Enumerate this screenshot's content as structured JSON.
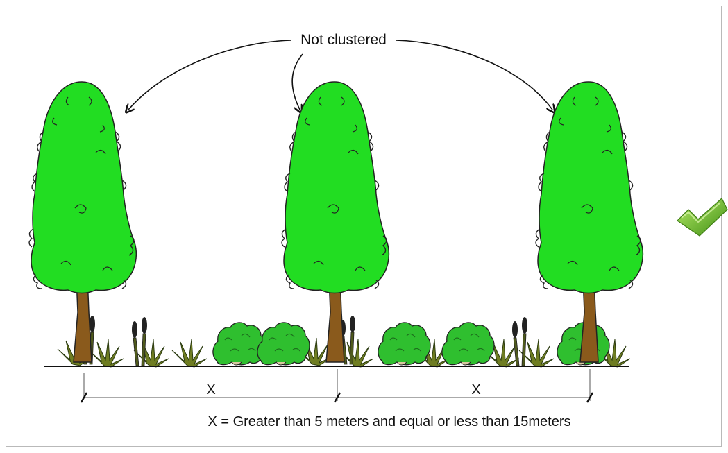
{
  "diagram": {
    "top_label": "Not clustered",
    "distance_label_1": "X",
    "distance_label_2": "X",
    "footnote": "X = Greater than 5 meters and equal or less than 15meters",
    "icons": [
      "check-mark-icon"
    ],
    "colors": {
      "foliage": "#22dd22",
      "trunk": "#8a5a1c",
      "bush": "#2fbf2f",
      "grass": "#6f7d22",
      "check_light": "#a6e05a",
      "check_dark": "#4e9a16"
    }
  }
}
